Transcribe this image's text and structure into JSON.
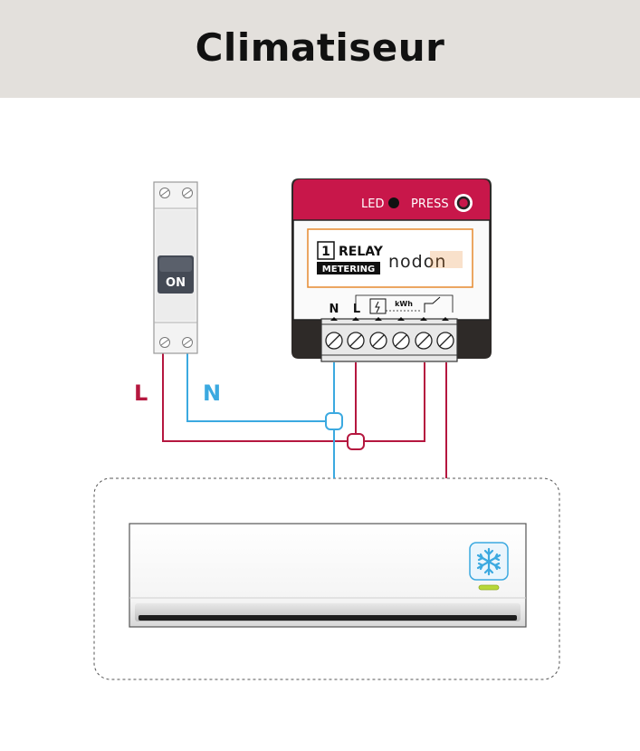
{
  "title": "Climatiseur",
  "breaker": {
    "state_label": "ON"
  },
  "module": {
    "led_label": "LED",
    "press_label": "PRESS",
    "product_number": "1",
    "product_name": "RELAY",
    "product_variant": "METERING",
    "brand": "nodon",
    "terminal_n": "N",
    "terminal_l": "L",
    "kwh_label": "kWh"
  },
  "wires": {
    "live_label": "L",
    "neutral_label": "N"
  },
  "colors": {
    "live_wire": "#b5173f",
    "neutral_wire": "#3ba9e0",
    "module_top": "#c8174a",
    "module_bottom": "#2e2a28",
    "brand_accent": "#e6892e",
    "ac_indicator": "#b8d83a"
  },
  "icons": [
    "snowflake-icon",
    "led-indicator-icon",
    "press-button-icon",
    "terminal-screw-icon"
  ]
}
